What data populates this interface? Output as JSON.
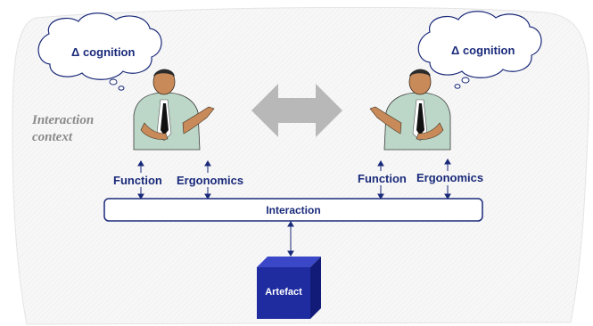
{
  "left_thought": "Δ cognition",
  "right_thought": "Δ cognition",
  "context_line1": "Interaction",
  "context_line2": "context",
  "left_function": "Function",
  "left_ergonomics": "Ergonomics",
  "right_function": "Function",
  "right_ergonomics": "Ergonomics",
  "interaction": "Interaction",
  "artefact": "Artefact",
  "colors": {
    "navy": "#1a2a7a",
    "cube_front": "#1f2ca0",
    "cube_top": "#3a48c8",
    "cube_side": "#121c78",
    "double_arrow": "#b8b8b8",
    "context_bg": "#f4f4f4"
  }
}
